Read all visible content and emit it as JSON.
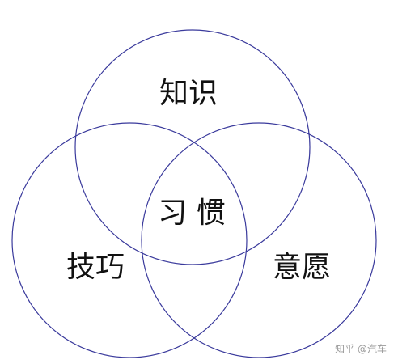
{
  "diagram": {
    "type": "venn",
    "circles": [
      {
        "label": "知识"
      },
      {
        "label": "技巧"
      },
      {
        "label": "意愿"
      }
    ],
    "intersection_label": "习 惯",
    "stroke_color": "#3a3a9c"
  },
  "watermark": "知乎 @汽车"
}
